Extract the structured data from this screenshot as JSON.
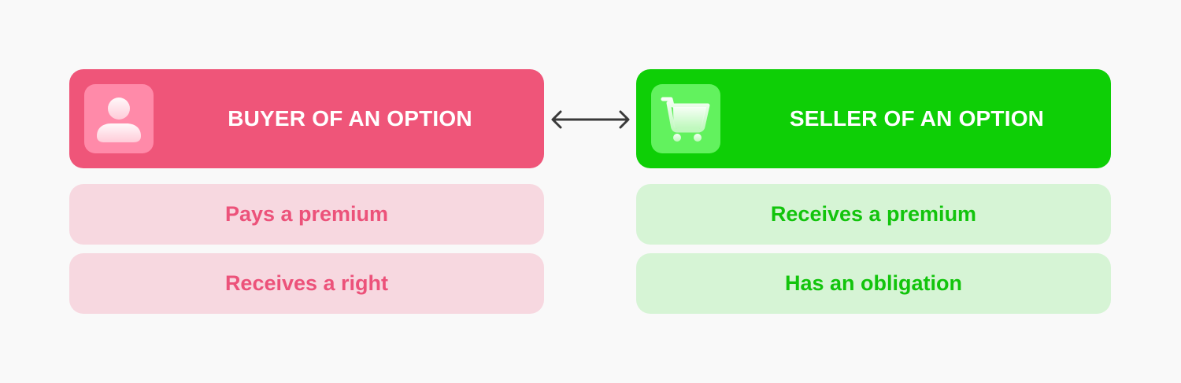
{
  "buyer": {
    "title": "BUYER OF AN OPTION",
    "icon": "user-icon",
    "color": "#ef5579",
    "rows": [
      {
        "label": "Pays a premium"
      },
      {
        "label": "Receives a right"
      }
    ]
  },
  "seller": {
    "title": "SELLER OF AN OPTION",
    "icon": "shopping-cart-icon",
    "color": "#0ecf06",
    "rows": [
      {
        "label": "Receives a premium"
      },
      {
        "label": "Has an obligation"
      }
    ]
  },
  "connector": {
    "icon": "double-arrow-icon"
  }
}
